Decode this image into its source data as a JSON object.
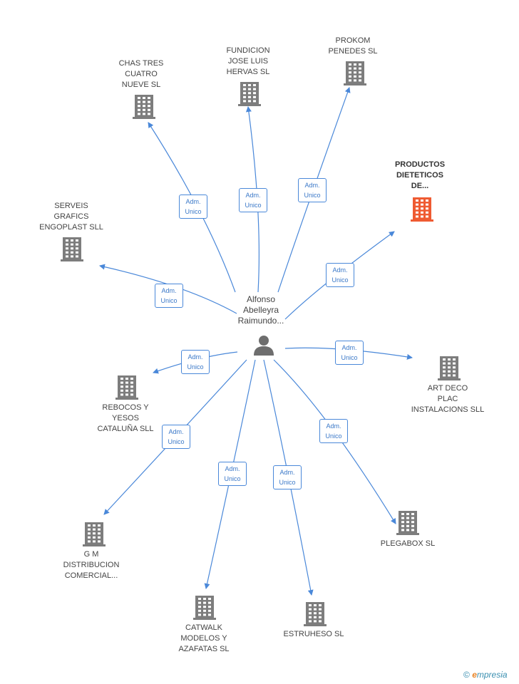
{
  "center": {
    "name": "Alfonso\nAbelleyra\nRaimundo..."
  },
  "relation_label": "Adm.\nUnico",
  "colors": {
    "edge": "#4a88d9",
    "building": "#7d7d7d",
    "highlight": "#ef5b32"
  },
  "nodes": [
    {
      "id": "chas",
      "label": "CHAS TRES\nCUATRO\nNUEVE SL",
      "highlight": false
    },
    {
      "id": "fundicion",
      "label": "FUNDICION\nJOSE LUIS\nHERVAS SL",
      "highlight": false
    },
    {
      "id": "prokom",
      "label": "PROKOM\nPENEDES SL",
      "highlight": false
    },
    {
      "id": "productos",
      "label": "PRODUCTOS\nDIETETICOS\nDE...",
      "highlight": true
    },
    {
      "id": "serveis",
      "label": "SERVEIS\nGRAFICS\nENGOPLAST SLL",
      "highlight": false
    },
    {
      "id": "artdeco",
      "label": "ART DECO\nPLAC\nINSTALACIONS SLL",
      "highlight": false
    },
    {
      "id": "rebocos",
      "label": "REBOCOS Y\nYESOS\nCATALUÑA SLL",
      "highlight": false
    },
    {
      "id": "plegabox",
      "label": "PLEGABOX SL",
      "highlight": false
    },
    {
      "id": "gm",
      "label": "G M\nDISTRIBUCION\nCOMERCIAL...",
      "highlight": false
    },
    {
      "id": "catwalk",
      "label": "CATWALK\nMODELOS Y\nAZAFATAS SL",
      "highlight": false
    },
    {
      "id": "estruheso",
      "label": "ESTRUHESO SL",
      "highlight": false
    }
  ],
  "footer": {
    "copyright": "©",
    "brand_initial": "e",
    "brand_rest": "mpresia"
  }
}
